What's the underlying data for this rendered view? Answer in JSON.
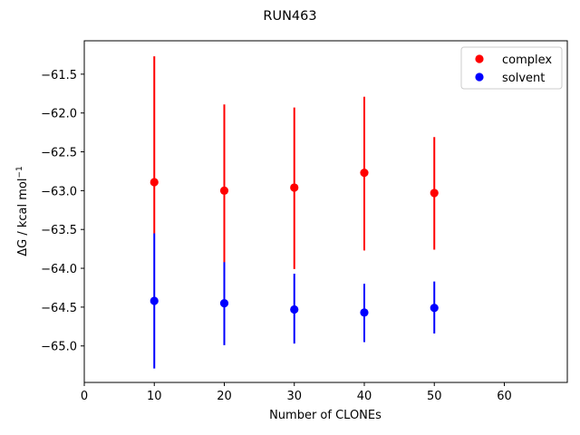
{
  "chart_data": {
    "type": "scatter",
    "title": "RUN463",
    "xlabel": "Number of CLONEs",
    "ylabel": "ΔG / kcal mol",
    "ylabel_superscript": "−1",
    "xlim": [
      0,
      69
    ],
    "ylim": [
      -65.47,
      -61.07
    ],
    "xticks": [
      0,
      10,
      20,
      30,
      40,
      50,
      60
    ],
    "yticks": [
      -65.0,
      -64.5,
      -64.0,
      -63.5,
      -63.0,
      -62.5,
      -62.0,
      -61.5
    ],
    "grid": false,
    "legend_position": "top-right",
    "series": [
      {
        "name": "complex",
        "color": "#ff0000",
        "x": [
          10,
          20,
          30,
          40,
          50
        ],
        "y": [
          -62.89,
          -63.0,
          -62.96,
          -62.77,
          -63.03
        ],
        "err_low": [
          -63.55,
          -64.1,
          -64.01,
          -63.77,
          -63.76
        ],
        "err_high": [
          -61.27,
          -61.89,
          -61.93,
          -61.79,
          -62.31
        ]
      },
      {
        "name": "solvent",
        "color": "#0000ff",
        "x": [
          10,
          20,
          30,
          40,
          50
        ],
        "y": [
          -64.42,
          -64.45,
          -64.53,
          -64.57,
          -64.51
        ],
        "err_low": [
          -65.29,
          -64.99,
          -64.97,
          -64.95,
          -64.84
        ],
        "err_high": [
          -63.55,
          -63.92,
          -64.07,
          -64.2,
          -64.17
        ]
      }
    ]
  }
}
